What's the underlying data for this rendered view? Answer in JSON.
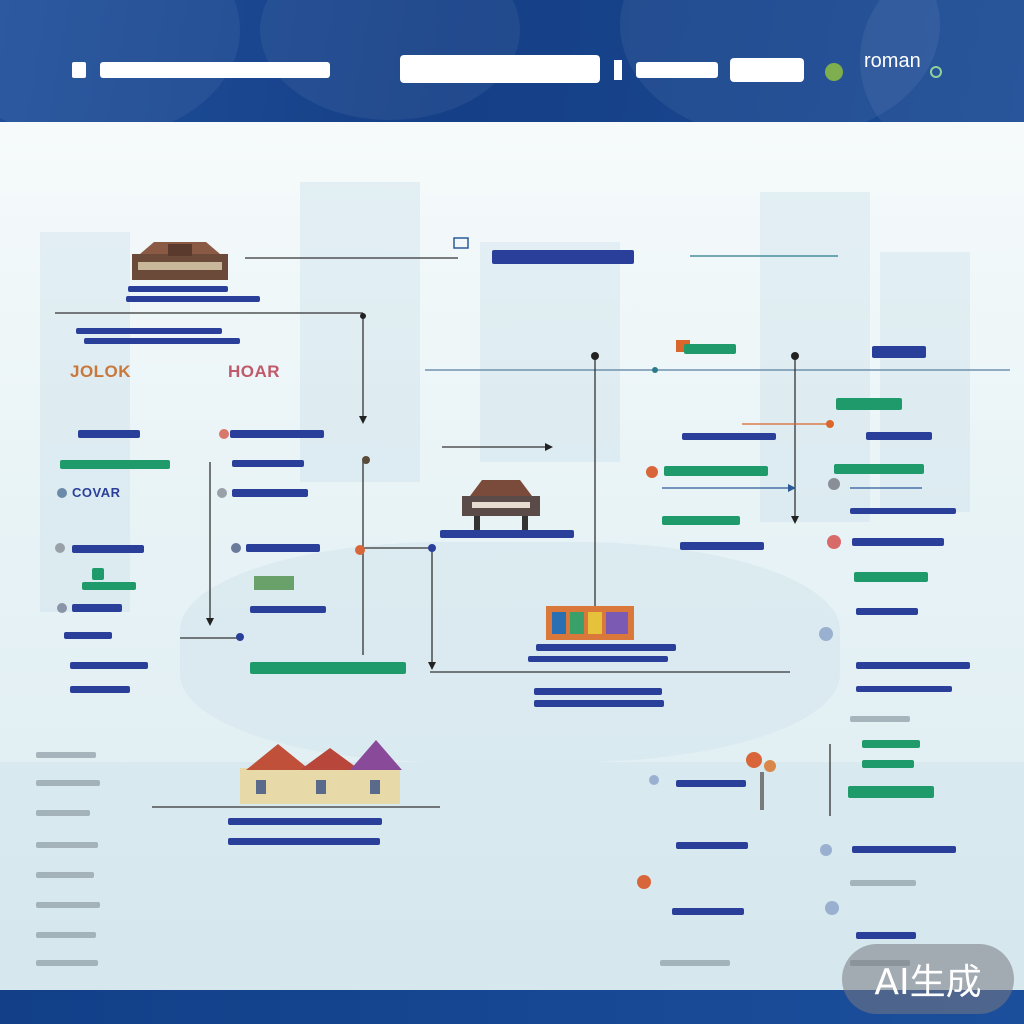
{
  "banner": {
    "trailing_text": "roman"
  },
  "nodes": {
    "left_label_1": "JOLOK",
    "left_label_2": "HOAR",
    "left_label_3": "COVAR"
  },
  "badge": {
    "label": "AI生成"
  },
  "colors": {
    "banner": "#1a4a94",
    "navy_text": "#2a3f9a",
    "green_text": "#1f9a6a",
    "connector": "#333333",
    "accent_orange": "#d9662a"
  }
}
